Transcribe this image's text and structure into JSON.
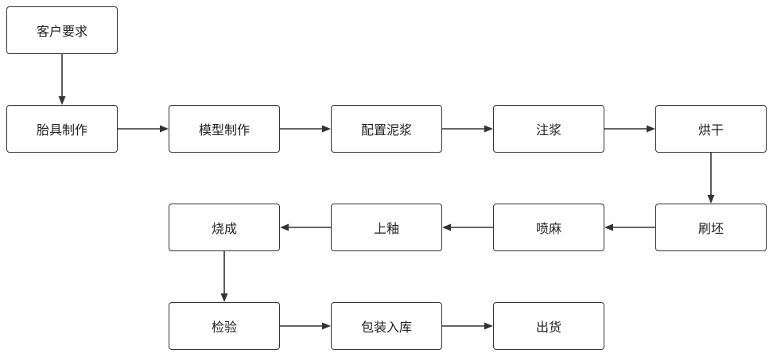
{
  "diagram": {
    "nodes": {
      "customer_request": "客户要求",
      "tooling_making": "胎具制作",
      "mold_making": "模型制作",
      "slip_preparation": "配置泥浆",
      "slip_casting": "注浆",
      "drying": "烘干",
      "green_brushing": "刷坯",
      "sandblasting": "喷麻",
      "glazing": "上釉",
      "firing": "烧成",
      "inspection": "检验",
      "packing_storage": "包装入库",
      "shipping": "出货"
    },
    "edges": [
      [
        "customer_request",
        "tooling_making"
      ],
      [
        "tooling_making",
        "mold_making"
      ],
      [
        "mold_making",
        "slip_preparation"
      ],
      [
        "slip_preparation",
        "slip_casting"
      ],
      [
        "slip_casting",
        "drying"
      ],
      [
        "drying",
        "green_brushing"
      ],
      [
        "green_brushing",
        "sandblasting"
      ],
      [
        "sandblasting",
        "glazing"
      ],
      [
        "glazing",
        "firing"
      ],
      [
        "firing",
        "inspection"
      ],
      [
        "inspection",
        "packing_storage"
      ],
      [
        "packing_storage",
        "shipping"
      ]
    ]
  }
}
